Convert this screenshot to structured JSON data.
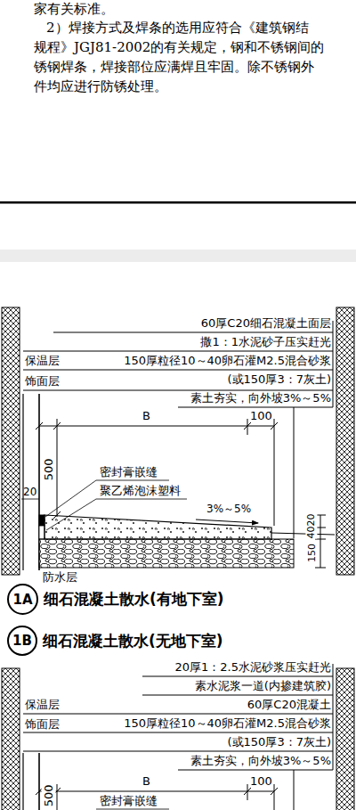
{
  "diagram": {
    "nodes": [
      {
        "text": [
          "1A",
          "细石混凝土散水(有地下室)"
        ]
      },
      {
        "text": [
          "1B",
          "细石混凝土散水(无地下室)"
        ]
      }
    ],
    "labels": [
      "家有关标准。",
      "2）焊接方式及焊条的选用应符合《建筑钢结",
      "规程》JGJ81-2002的有关规定，钢和不锈钢间的",
      "锈钢焊条，焊接部位应满焊且牢固。除不锈钢外",
      "件均应进行防锈处理。",
      "60厚C20细石混凝土面层",
      "撒1：1水泥砂子压实赶光",
      "150厚粒径10～40卵石灌M2.5混合砂浆",
      "(或150厚3：7灰土)",
      "素土夯实，向外坡3%～5%",
      "保温层",
      "饰面层",
      "B",
      "100",
      "500",
      "20",
      "密封膏嵌缝",
      "聚乙烯泡沫塑料",
      "3%～5%",
      "150",
      "40",
      "20",
      "防水层",
      "20厚1：2.5水泥砂浆压实赶光",
      "素水泥浆一道(内掺建筑胶)",
      "60厚C20混凝土",
      "150厚粒径10～40卵石灌M2.5混合砂浆",
      "(或150厚3：7灰土)",
      "素土夯实，向外坡3%～5%",
      "保温层",
      "饰面层",
      "B",
      "100",
      "500",
      "密封膏嵌缝"
    ]
  }
}
